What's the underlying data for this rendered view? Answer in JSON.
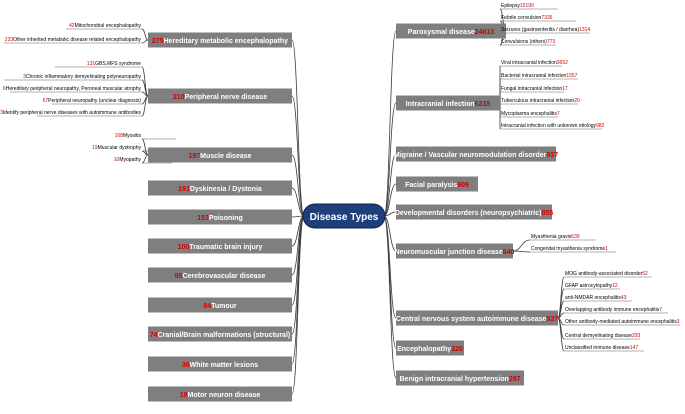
{
  "center": {
    "label": "Disease Types"
  },
  "left": [
    {
      "count": "275",
      "label": "Hereditary metabolic encephalopathy",
      "children": [
        {
          "count": "42",
          "label": "Mitochondrial encephalopathy"
        },
        {
          "count": "233",
          "label": "Other inherited metabolic disease related encephalopathy"
        }
      ]
    },
    {
      "count": "210",
      "label": "Peripheral nerve disease",
      "children": [
        {
          "count": "131",
          "label": "GBS,MFS syndrome"
        },
        {
          "count": "3",
          "label": "Chronic inflammatory demyelinating polyneuropathy"
        },
        {
          "count": "6",
          "label": "Hereditary peripheral neuropathy, Peroneal muscular atrophy"
        },
        {
          "count": "67",
          "label": "Peripheral neuropathy (unclear diagnosis)"
        },
        {
          "count": "3",
          "label": "Identify peripheral nerve diseases with autoimmune antibodies"
        }
      ]
    },
    {
      "count": "197",
      "label": "Muscle disease",
      "children": [
        {
          "count": "168",
          "label": "Myositis"
        },
        {
          "count": "19",
          "label": "Muscular dystrophy"
        },
        {
          "count": "10",
          "label": "Myopathy"
        }
      ]
    },
    {
      "count": "191",
      "label": "Dyskinesia / Dystonia",
      "children": []
    },
    {
      "count": "153",
      "label": "Poisoning",
      "children": []
    },
    {
      "count": "100",
      "label": "Traumatic brain injury",
      "children": []
    },
    {
      "count": "95",
      "label": "Cerebrovascular disease",
      "children": []
    },
    {
      "count": "84",
      "label": "Tumour",
      "children": []
    },
    {
      "count": "74",
      "label": "Cranial/Brain malformations (structural)",
      "children": []
    },
    {
      "count": "36",
      "label": "White matter lesions",
      "children": []
    },
    {
      "count": "19",
      "label": "Motor neuron disease",
      "children": []
    }
  ],
  "right": [
    {
      "label": "Paroxysmal disease",
      "count": "24613",
      "children": [
        {
          "label": "Epilepsy",
          "count": "15190"
        },
        {
          "label": "Febrile convulsion",
          "count": "7336"
        },
        {
          "label": "Seizures (gastroenteritis / diarrhea)",
          "count": "1314"
        },
        {
          "label": "Convulsions (others)",
          "count": "773"
        }
      ]
    },
    {
      "label": "Intracranial infection",
      "count": "6235",
      "children": [
        {
          "label": "Viral intracranial infection",
          "count": "3652"
        },
        {
          "label": "Bacterial intracranial infection",
          "count": "1557"
        },
        {
          "label": "Fungal intracranial infection",
          "count": "17"
        },
        {
          "label": "Tuberculous intracranial infection",
          "count": "20"
        },
        {
          "label": "Mycoplasma encephalitis",
          "count": "7"
        },
        {
          "label": "Intracranial infection with unknown etiology",
          "count": "982"
        }
      ]
    },
    {
      "label": "Migraine / Vascular neuromodulation disorder",
      "count": "937",
      "children": []
    },
    {
      "label": "Facial paralysis",
      "count": "909",
      "children": []
    },
    {
      "label": "Developmental disorders (neuropsychiatric)",
      "count": "855",
      "children": []
    },
    {
      "label": "Neuromuscular junction disease",
      "count": "640",
      "children": [
        {
          "label": "Myasthenia gravis",
          "count": "639"
        },
        {
          "label": "Congenital myasthenia syndrome",
          "count": "1"
        }
      ]
    },
    {
      "label": "Central nervous system autoimmune disease",
      "count": "537",
      "children": [
        {
          "label": "MOG antibody-associated disorder",
          "count": "52"
        },
        {
          "label": "GFAP astrocytopathy",
          "count": "12"
        },
        {
          "label": "anti-NMDAR encephalitis",
          "count": "43"
        },
        {
          "label": "Overlapping antibody immune encephalitis",
          "count": "7"
        },
        {
          "label": "Other antibody-mediated autoimmune encephalitis",
          "count": "3"
        },
        {
          "label": "Central demyelinating disease",
          "count": "293"
        },
        {
          "label": "Unclassified immune disease",
          "count": "147"
        }
      ]
    },
    {
      "label": "Encephalopathy",
      "count": "320",
      "children": []
    },
    {
      "label": "Benign intracranial hypertension",
      "count": "297",
      "children": []
    }
  ],
  "colors": {
    "node_fill": "#7f7f7f",
    "node_text": "#ffffff",
    "count_red": "#d00000",
    "center_fill": "#1f3f7a",
    "center_stroke": "#0d2350",
    "line": "#3a3a3a",
    "leaf_text": "#000000",
    "leaf_underline": "#666666"
  }
}
